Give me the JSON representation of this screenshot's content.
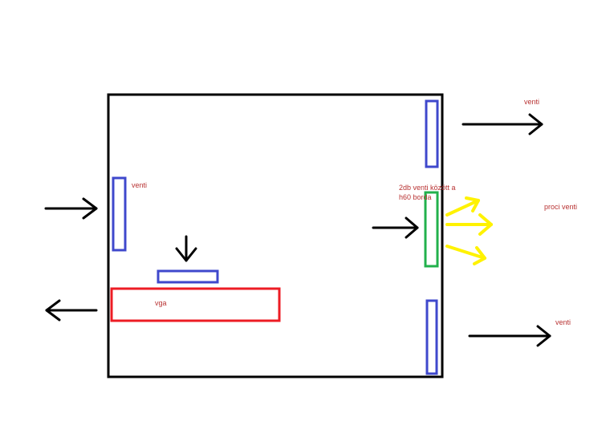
{
  "labels": {
    "venti_left": "venti",
    "vga": "vga",
    "radiator_note_line1": "2db venti között a",
    "radiator_note_line2": "h60 borda",
    "cpu_fan": "proci venti",
    "venti_top_right": "venti",
    "venti_bottom_right": "venti"
  },
  "colors": {
    "case_outline": "#000000",
    "fan": "#3f48cc",
    "gpu": "#ed1c24",
    "radiator": "#22b14c",
    "hot_air": "#fff200",
    "airflow_arrow": "#000000",
    "label_text": "#b83232"
  }
}
